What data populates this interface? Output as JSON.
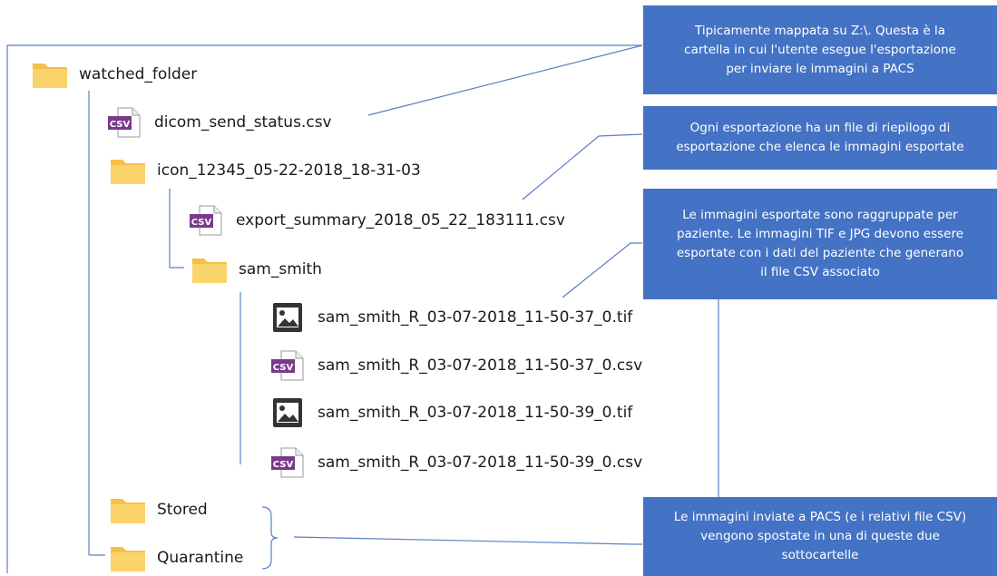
{
  "tree": {
    "root": {
      "label": "watched_folder",
      "icon": "folder-icon"
    },
    "dicom_status": {
      "label": "dicom_send_status.csv",
      "icon": "csv-file-icon"
    },
    "export_folder": {
      "label": "icon_12345_05-22-2018_18-31-03",
      "icon": "folder-icon"
    },
    "export_summary": {
      "label": "export_summary_2018_05_22_183111.csv",
      "icon": "csv-file-icon"
    },
    "patient_folder": {
      "label": "sam_smith",
      "icon": "folder-icon"
    },
    "files": [
      {
        "label": "sam_smith_R_03-07-2018_11-50-37_0.tif",
        "icon": "image-file-icon"
      },
      {
        "label": "sam_smith_R_03-07-2018_11-50-37_0.csv",
        "icon": "csv-file-icon"
      },
      {
        "label": "sam_smith_R_03-07-2018_11-50-39_0.tif",
        "icon": "image-file-icon"
      },
      {
        "label": "sam_smith_R_03-07-2018_11-50-39_0.csv",
        "icon": "csv-file-icon"
      }
    ],
    "stored": {
      "label": "Stored",
      "icon": "folder-icon"
    },
    "quarantine": {
      "label": "Quarantine",
      "icon": "folder-icon"
    },
    "csv_badge": "CSV"
  },
  "callouts": [
    {
      "lines": [
        "Tipicamente mappata su Z:\\. Questa è la",
        "cartella in cui l'utente esegue l'esportazione",
        "per inviare le immagini a PACS"
      ]
    },
    {
      "lines": [
        "Ogni esportazione ha un file di riepilogo di",
        "esportazione che elenca le immagini esportate"
      ]
    },
    {
      "lines": [
        "Le immagini esportate sono raggruppate per",
        "paziente. Le immagini TIF e JPG devono essere",
        "esportate con i dati del paziente che generano",
        "il file CSV associato"
      ]
    },
    {
      "lines": [
        "Le immagini inviate a PACS (e i relativi file CSV)",
        "vengono spostate in una di queste due",
        "sottocartelle"
      ]
    }
  ],
  "colors": {
    "callout_bg": "#4472c4",
    "connector": "#5b7fc4",
    "folder": "#f5c04a",
    "csv_badge": "#7a3a8c",
    "image_icon": "#333333"
  }
}
